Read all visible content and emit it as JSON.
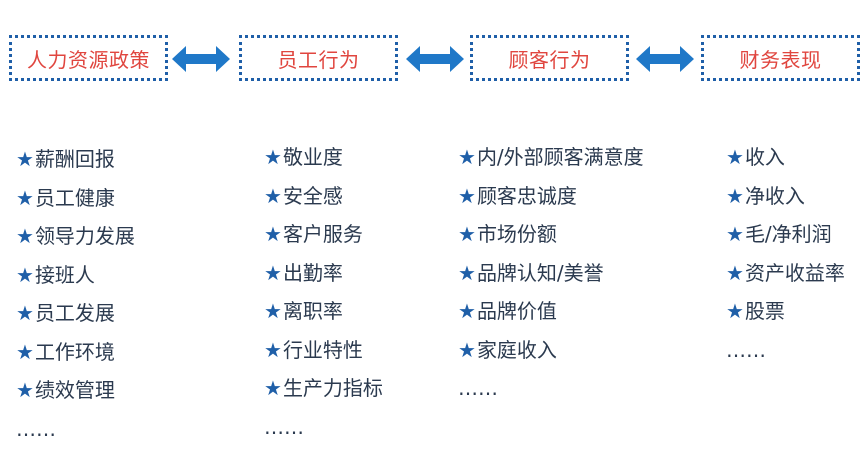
{
  "boxes": {
    "hr": "人力资源政策",
    "employee": "员工行为",
    "customer": "顾客行为",
    "finance": "财务表现"
  },
  "colors": {
    "box_border": "#1f5fa8",
    "box_text": "#e0463f",
    "arrow": "#1f78c8",
    "star": "#1f5fa8"
  },
  "columns": {
    "hr": [
      "薪酬回报",
      "员工健康",
      "领导力发展",
      "接班人",
      "员工发展",
      "工作环境",
      "绩效管理"
    ],
    "employee": [
      "敬业度",
      "安全感",
      "客户服务",
      "出勤率",
      "离职率",
      "行业特性",
      "生产力指标"
    ],
    "customer": [
      "内/外部顾客满意度",
      "顾客忠诚度",
      "市场份额",
      "品牌认知/美誉",
      "品牌价值",
      "家庭收入"
    ],
    "finance": [
      "收入",
      "净收入",
      "毛/净利润",
      "资产收益率",
      "股票"
    ]
  },
  "star_glyph": "★",
  "ellipsis": "……"
}
